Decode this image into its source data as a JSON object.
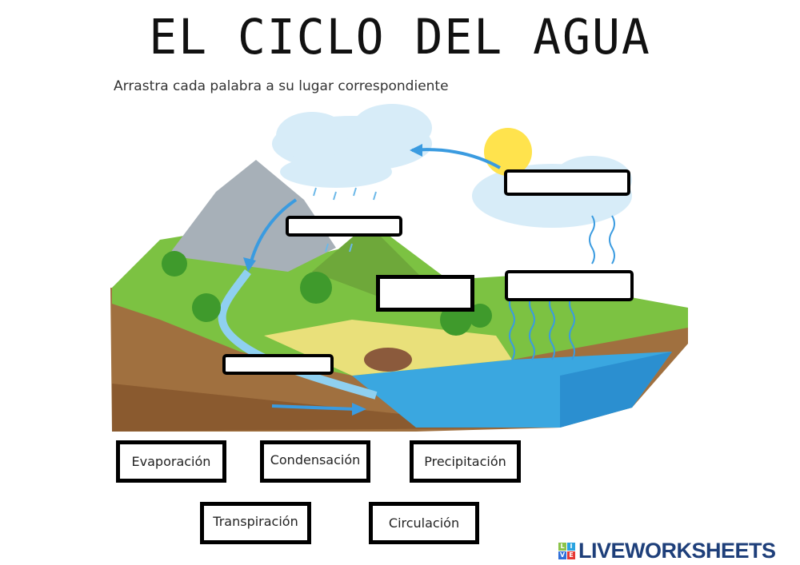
{
  "title": "EL CICLO DEL AGUA",
  "instruction": "Arrastra cada palabra a su lugar correspondiente",
  "drop_zones": [
    {
      "label": "",
      "value": ""
    },
    {
      "label": "",
      "value": ""
    },
    {
      "label": "",
      "value": ""
    },
    {
      "label": "",
      "value": ""
    },
    {
      "label": "",
      "value": ""
    }
  ],
  "words": [
    "Evaporación",
    "Condensación",
    "Precipitación",
    "Transpiración",
    "Circulación"
  ],
  "logo": {
    "text": "LIVEWORKSHEETS",
    "cube_letters": [
      "L",
      "I",
      "V",
      "E"
    ],
    "cube_colors": [
      "#8bc34a",
      "#29a3e0",
      "#2f6fd8",
      "#e53935"
    ]
  },
  "colors": {
    "water": "#3aa7e0",
    "grass": "#7cc242",
    "soil": "#a0703f",
    "arrow": "#3a9be0",
    "logo": "#1e3f7a"
  }
}
